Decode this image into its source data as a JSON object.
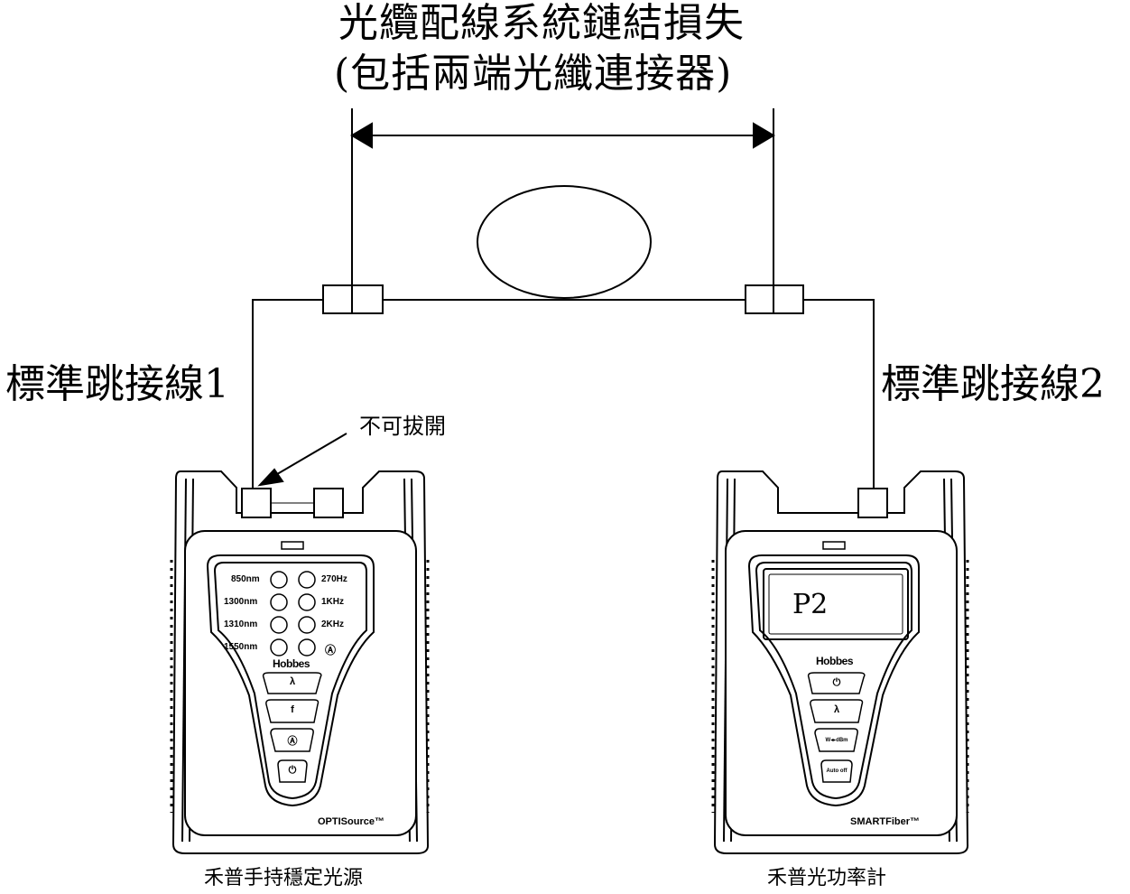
{
  "title": {
    "line1": "光纜配線系統鏈結損失",
    "line2": "(包括兩端光纖連接器)"
  },
  "cables": {
    "left_label": "標準跳接線1",
    "right_label": "標準跳接線2"
  },
  "annotation": {
    "do_not_unplug": "不可拔開"
  },
  "source_device": {
    "caption": "禾普手持穩定光源",
    "brand": "Hobbes",
    "model": "OPTISource™",
    "wavelengths": [
      "850nm",
      "1300nm",
      "1310nm",
      "1550nm"
    ],
    "modulations": [
      "270Hz",
      "1KHz",
      "2KHz"
    ],
    "auto_symbol": "Ⓐ",
    "keys": [
      "λ",
      "f",
      "Ⓐ",
      "⏻"
    ]
  },
  "meter_device": {
    "caption": "禾普光功率計",
    "brand": "Hobbes",
    "model": "SMARTFiber™",
    "display_value": "P2",
    "keys": [
      "⏻",
      "λ",
      "W◂▸dBm",
      "Auto off"
    ]
  },
  "colors": {
    "line": "#000000",
    "background": "#ffffff"
  }
}
